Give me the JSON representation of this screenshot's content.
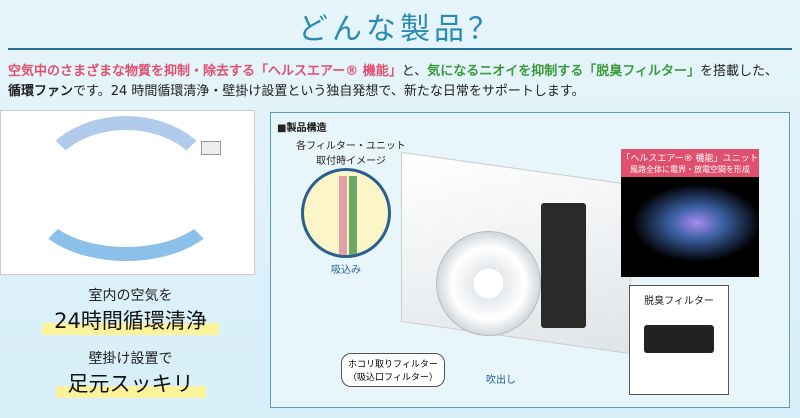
{
  "title": "どんな製品？",
  "description": {
    "line1_part1": "空気中のさまざまな物質を抑制・除去する「ヘルスエアー® 機能」",
    "line1_part2": "と、",
    "line1_part3": "気になるニオイを抑制する「脱臭フィルター」",
    "line1_part4": "を搭載した、",
    "line2_part1": "循環ファン",
    "line2_part2": "です。24 時間循環清浄・壁掛け設置という独自発想で、新たな日常をサポートします。"
  },
  "features": [
    {
      "small": "室内の空気を",
      "big": "24時間循環清浄"
    },
    {
      "small": "壁掛け設置で",
      "big": "足元スッキリ"
    }
  ],
  "structure": {
    "heading": "■製品構造",
    "filter_image_label": "各フィルター・ユニット\n取付時イメージ",
    "intake": "吸込み",
    "outlet": "吹出し",
    "healthair_title": "「ヘルスエアー® 機能」ユニット",
    "healthair_sub": "風路全体に電界・放電空間を形成",
    "deodorant": "脱臭フィルター",
    "dust_filter": "ホコリ取りフィルター\n（吸込口フィルター）"
  },
  "colors": {
    "title": "#2a8bb3",
    "pink": "#e0506e",
    "green": "#3a9a3a",
    "highlight": "#fbf29a"
  }
}
